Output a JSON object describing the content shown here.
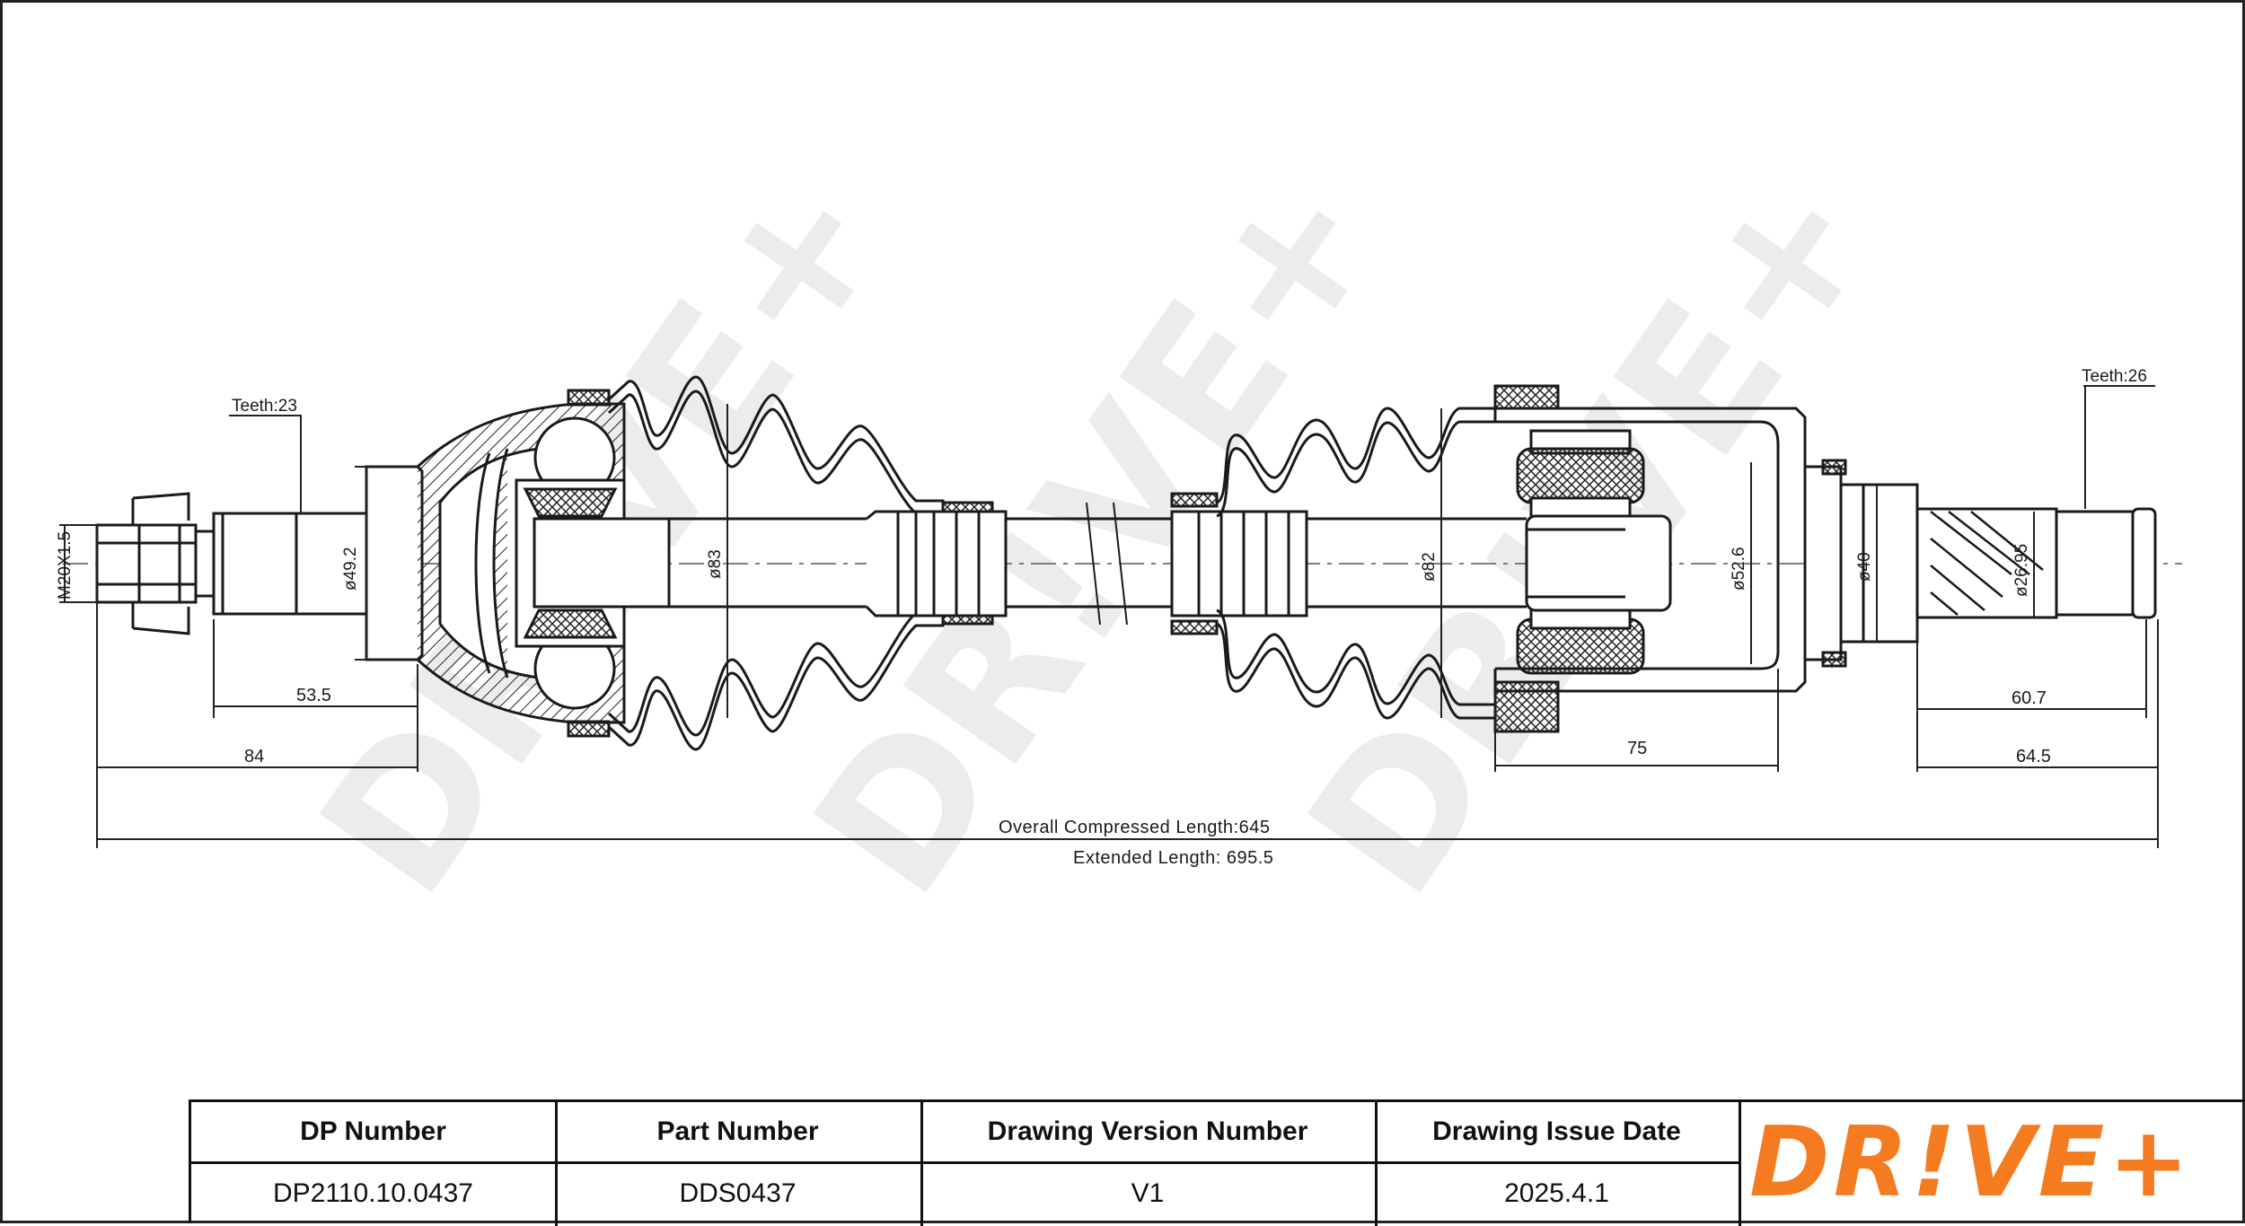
{
  "drawing": {
    "left_spline_teeth": "Teeth:23",
    "right_spline_teeth": "Teeth:26",
    "thread": "M20X1.5",
    "diameters": {
      "outer_joint": "ø49.2",
      "left_boot": "ø83",
      "right_boot": "ø82",
      "inner_joint_housing": "ø52.6",
      "inner_stub": "ø40",
      "right_spline": "ø26.95"
    },
    "dimensions": {
      "outer_spline_length": "53.5",
      "outer_total": "84",
      "inner_joint": "75",
      "inner_spline": "60.7",
      "inner_total": "64.5"
    },
    "overall_compressed": "Overall Compressed Length:645",
    "extended": "Extended Length: 695.5",
    "watermark": "DR!VE+"
  },
  "title_block": {
    "headers": [
      "DP Number",
      "Part Number",
      "Drawing Version Number",
      "Drawing Issue Date"
    ],
    "values": [
      "DP2110.10.0437",
      "DDS0437",
      "V1",
      "2025.4.1"
    ]
  },
  "logo": {
    "text": "DR!VE+",
    "color": "#f47b20"
  }
}
